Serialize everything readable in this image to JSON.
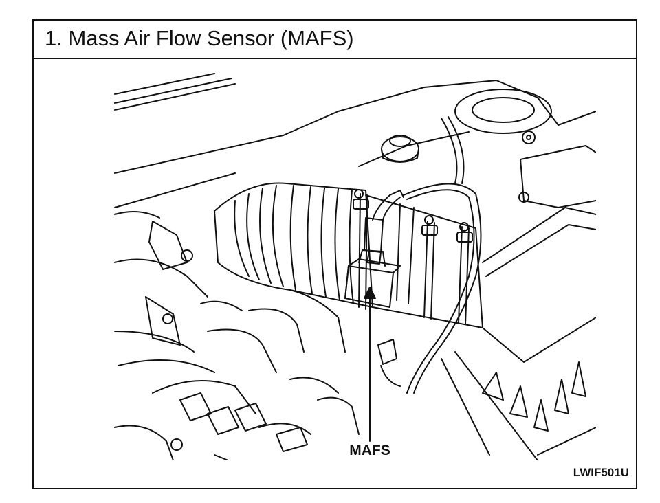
{
  "header": {
    "title": "1.  Mass Air Flow Sensor (MAFS)"
  },
  "illustration": {
    "callout_label": "MAFS",
    "figure_code": "LWIF501U"
  },
  "colors": {
    "line": "#111111",
    "background": "#ffffff"
  }
}
